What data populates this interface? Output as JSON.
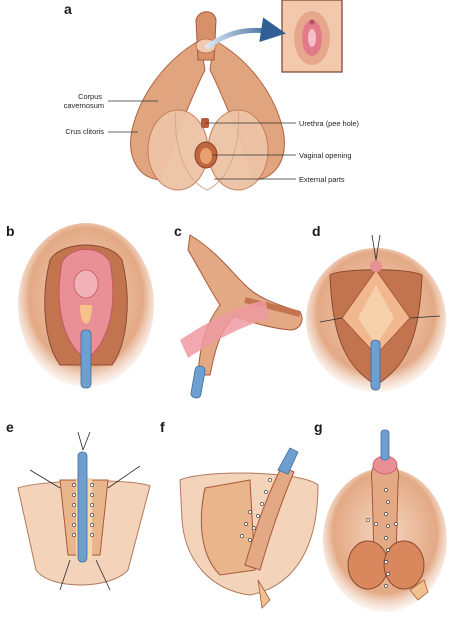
{
  "panels": {
    "a": {
      "letter": "a",
      "callouts": {
        "corpus_cavernosum": [
          "Corpus",
          "cavernosum"
        ],
        "crus_clitoris": "Crus clitoris",
        "urethra": "Urethra (pee hole)",
        "vaginal_opening": "Vaginal opening",
        "external_parts": "External parts"
      }
    },
    "b": {
      "letter": "b"
    },
    "c": {
      "letter": "c"
    },
    "d": {
      "letter": "d"
    },
    "e": {
      "letter": "e"
    },
    "f": {
      "letter": "f"
    },
    "g": {
      "letter": "g"
    }
  },
  "colors": {
    "skin": "#e9b897",
    "skin_light": "#f4d3bb",
    "tissue": "#d9875c",
    "tissue_dark": "#a9573a",
    "mucosa": "#e98f96",
    "mucosa_dark": "#c85565",
    "catheter": "#6f9fcf",
    "suture": "#2b2b2b",
    "arrow": "#3d6a9e"
  }
}
